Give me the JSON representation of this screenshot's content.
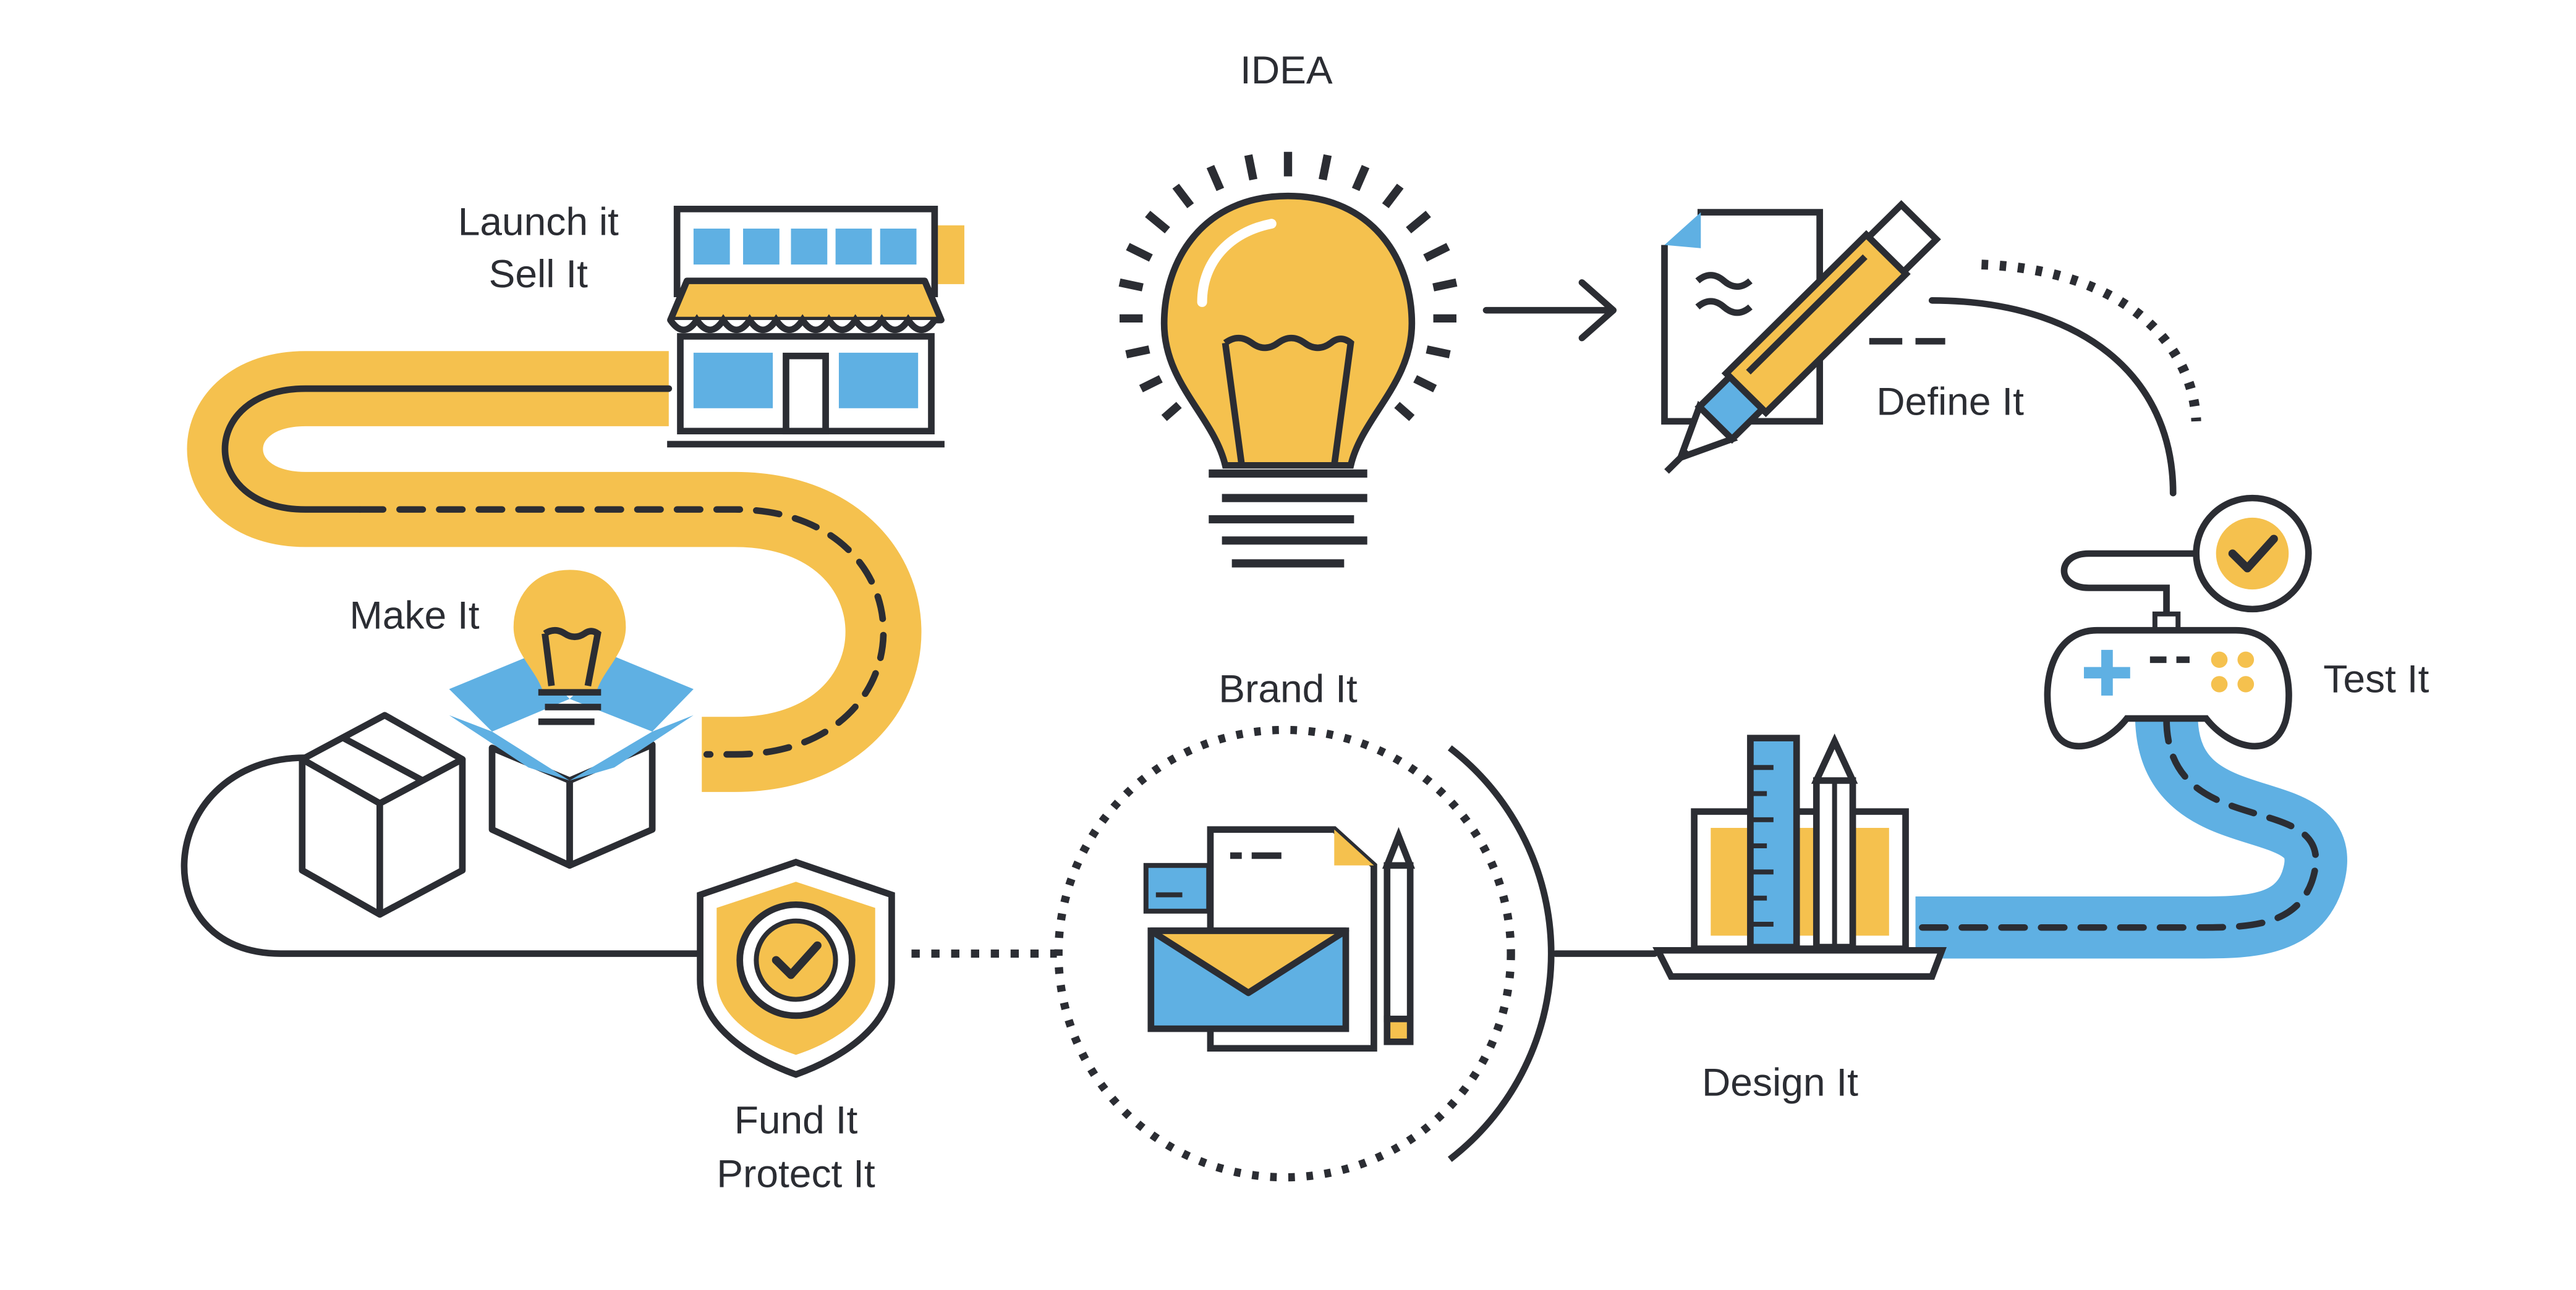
{
  "diagram": {
    "colors": {
      "ink": "#2b2d33",
      "yellow": "#f5c14e",
      "blue": "#5fb0e3",
      "white": "#ffffff"
    },
    "labels": {
      "idea": "IDEA",
      "launch_line1": "Launch it",
      "launch_line2": "Sell It",
      "define": "Define It",
      "make": "Make It",
      "brand": "Brand It",
      "test": "Test It",
      "fund_line1": "Fund It",
      "fund_line2": "Protect It",
      "design": "Design It"
    },
    "icons": {
      "idea": "light-bulb-icon",
      "define": "document-pen-icon",
      "test": "gamepad-check-icon",
      "design": "laptop-ruler-pencil-icon",
      "brand": "envelope-document-icon",
      "fund": "shield-check-icon",
      "make": "open-box-bulb-icon",
      "launch": "storefront-icon"
    }
  }
}
